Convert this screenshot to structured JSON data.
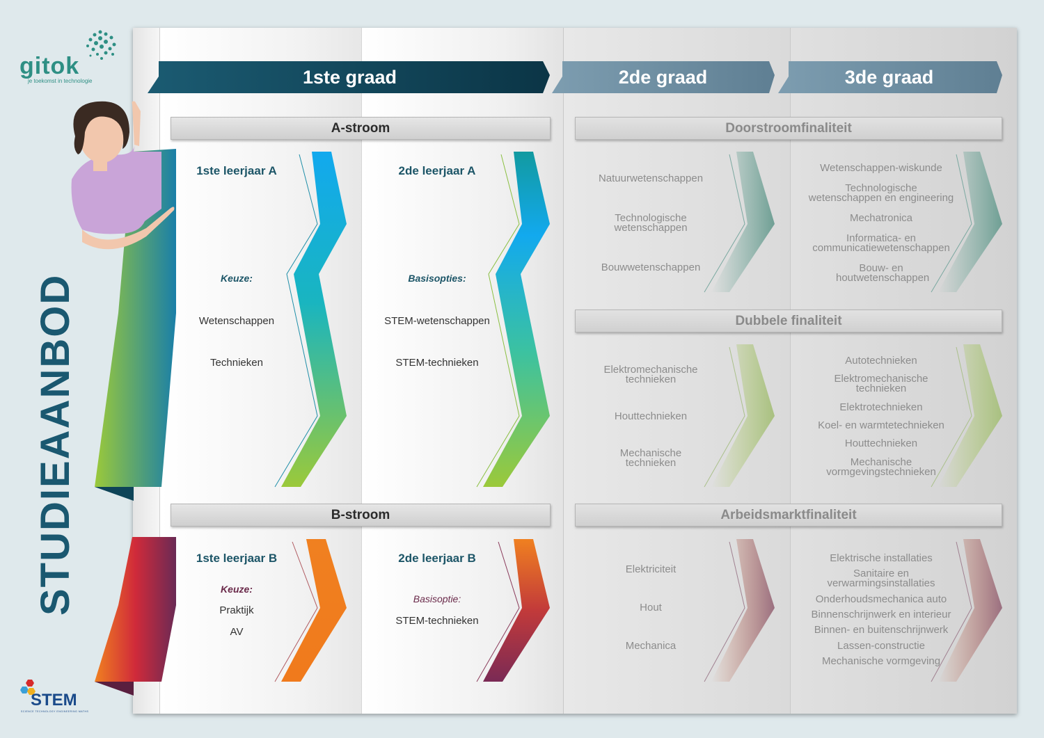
{
  "logo": {
    "name": "gitok",
    "tagline": "je toekomst in technologie"
  },
  "side_title": "STUDIEAANBOD",
  "stem_logo": {
    "text": "STEM",
    "tagline": "SCIENCE TECHNOLOGY ENGINEERING MATHS"
  },
  "grades": [
    "1ste graad",
    "2de graad",
    "3de graad"
  ],
  "sections": {
    "a_stroom": "A-stroom",
    "b_stroom": "B-stroom",
    "doorstroom": "Doorstroomfinaliteit",
    "dubbele": "Dubbele finaliteit",
    "arbeidsmarkt": "Arbeidsmarktfinaliteit"
  },
  "a1": {
    "title": "1ste leerjaar A",
    "label": "Keuze:",
    "items": [
      "Wetenschappen",
      "Technieken"
    ]
  },
  "a2": {
    "title": "2de leerjaar A",
    "label": "Basisopties:",
    "items": [
      "STEM-wetenschappen",
      "STEM-technieken"
    ]
  },
  "b1": {
    "title": "1ste leerjaar B",
    "label": "Keuze:",
    "items": [
      "Praktijk",
      "AV"
    ]
  },
  "b2": {
    "title": "2de leerjaar B",
    "label": "Basisoptie:",
    "items": [
      "STEM-technieken"
    ]
  },
  "doorstroom_2de": [
    "Natuurwetenschappen",
    "Technologische wetenschappen",
    "Bouwwetenschappen"
  ],
  "doorstroom_3de": [
    "Wetenschappen-wiskunde",
    "Technologische wetenschappen en engineering",
    "Mechatronica",
    "Informatica- en communicatiewetenschappen",
    "Bouw- en houtwetenschappen"
  ],
  "dubbele_2de": [
    "Elektromechanische technieken",
    "Houttechnieken",
    "Mechanische technieken"
  ],
  "dubbele_3de": [
    "Autotechnieken",
    "Elektromechanische technieken",
    "Elektrotechnieken",
    "Koel- en warmtetechnieken",
    "Houttechnieken",
    "Mechanische vormgevingstechnieken"
  ],
  "arbeids_2de": [
    "Elektriciteit",
    "Hout",
    "Mechanica"
  ],
  "arbeids_3de": [
    "Elektrische installaties",
    "Sanitaire en verwarmingsinstallaties",
    "Onderhoudsmechanica auto",
    "Binnenschrijnwerk en interieur",
    "Binnen- en buitenschrijnwerk",
    "Lassen-constructie",
    "Mechanische vormgeving"
  ],
  "colors": {
    "navy": "#0f4a5e",
    "teal_grey": "#6f8fa2",
    "blue": "#12a9ee",
    "green": "#9bc93a",
    "orange": "#f08020",
    "purple": "#7a2a55",
    "mauve": "#9a6f80",
    "sage": "#a8c080",
    "seafoam": "#7fb0a4"
  }
}
